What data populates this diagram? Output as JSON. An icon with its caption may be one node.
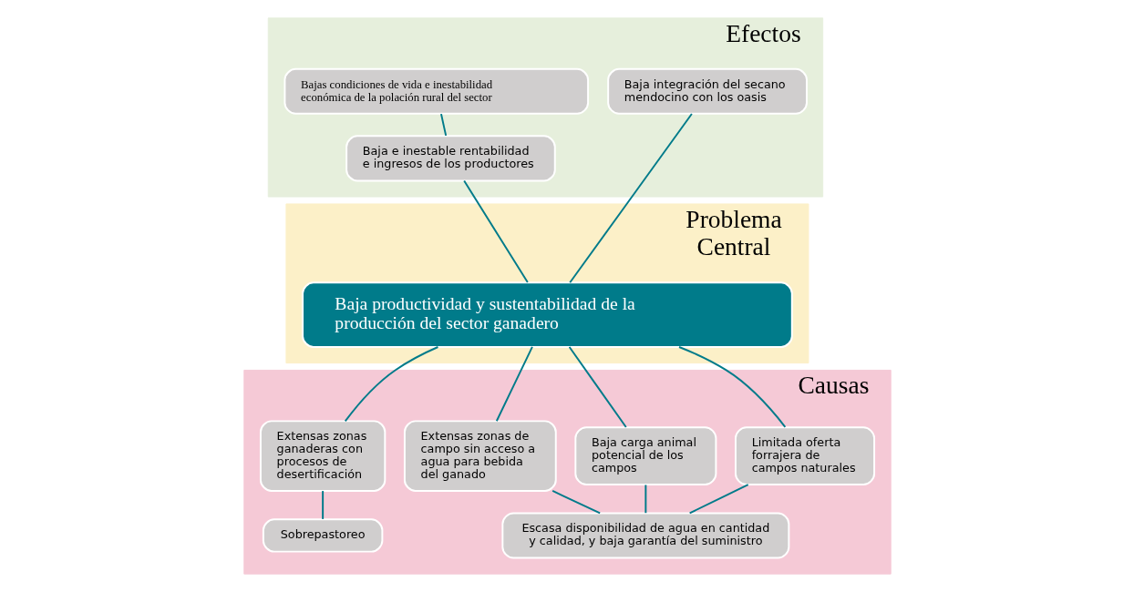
{
  "diagram": {
    "nodes": [
      {
        "text": [
          "Efectos"
        ]
      },
      {
        "text": [
          "Bajas condiciones de vida e inestabilidad económica de la polación rural del sector"
        ],
        "in": 0
      },
      {
        "text": [
          "Baja integración del secano mendocino con los oasis"
        ],
        "in": 0
      },
      {
        "text": [
          "Baja e inestable rentabilidad e ingresos de los productores"
        ],
        "in": 0
      },
      {
        "text": [
          "Problema Central"
        ]
      },
      {
        "text": [
          "Baja productividad y sustentabilidad de la producción del sector ganadero"
        ],
        "in": 4
      },
      {
        "text": [
          "Causas"
        ]
      },
      {
        "text": [
          "Limitada oferta forrajera de campos naturales"
        ],
        "in": 6
      },
      {
        "text": [
          "Baja carga animal potencial de los campos"
        ],
        "in": 6
      },
      {
        "text": [
          "Extensas zonas de campo sin acceso a agua para bebida del ganado"
        ],
        "in": 6
      },
      {
        "text": [
          "Extensas zonas ganaderas con procesos de desertificación"
        ],
        "in": 6
      },
      {
        "text": [
          "Escasa disponibilidad de agua en cantidad y calidad, y baja garantía del suministro"
        ],
        "in": 6
      },
      {
        "text": [
          "Sobrepastoreo"
        ],
        "in": 6
      }
    ],
    "edges": [
      {
        "from": 1,
        "to": 3,
        "arrow": "none"
      },
      {
        "from": 2,
        "to": 5,
        "arrow": "none"
      },
      {
        "from": 3,
        "to": 5,
        "arrow": "none"
      },
      {
        "from": 5,
        "to": 7,
        "arrow": "none"
      },
      {
        "from": 5,
        "to": 8,
        "arrow": "none"
      },
      {
        "from": 5,
        "to": 9,
        "arrow": "none"
      },
      {
        "from": 5,
        "to": 10,
        "arrow": "none"
      },
      {
        "from": 7,
        "to": 11,
        "arrow": "none"
      },
      {
        "from": 8,
        "to": 11,
        "arrow": "none"
      },
      {
        "from": 9,
        "to": 11,
        "arrow": "none"
      },
      {
        "from": 10,
        "to": 12,
        "arrow": "none"
      }
    ]
  }
}
